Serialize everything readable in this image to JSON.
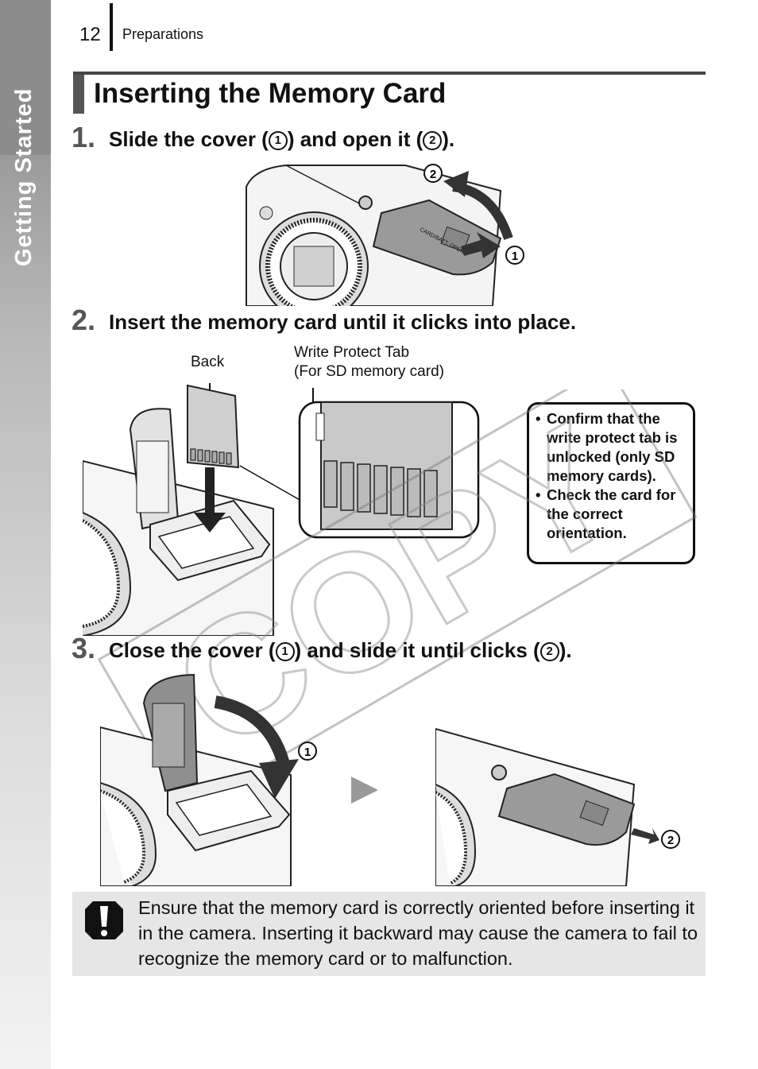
{
  "sidebar": {
    "label": "Getting Started"
  },
  "header": {
    "page_number": "12",
    "section": "Preparations"
  },
  "title": "Inserting the Memory Card",
  "steps": [
    {
      "number": "1.",
      "pre": "Slide the cover (",
      "c1": "1",
      "mid": ") and open it (",
      "c2": "2",
      "post": ")."
    },
    {
      "number": "2.",
      "text": "Insert the memory card until it clicks into place."
    },
    {
      "number": "3.",
      "pre": "Close the cover (",
      "c1": "1",
      "mid": ") and slide it until clicks (",
      "c2": "2",
      "post": ")."
    }
  ],
  "figure1": {
    "callouts": [
      "2",
      "1"
    ],
    "cover_text": "CARD/BATT. OPEN"
  },
  "figure2": {
    "back_label": "Back",
    "tab_label_line1": "Write Protect Tab",
    "tab_label_line2": "(For SD memory card)",
    "notes": [
      "Confirm that the write protect tab is unlocked (only SD memory cards).",
      "Check the card for the correct orientation."
    ]
  },
  "figure3": {
    "callouts": [
      "1",
      "2"
    ]
  },
  "watermark": "COPY",
  "caution": {
    "icon": "caution-icon",
    "text": "Ensure that the memory card is correctly oriented before inserting it in the camera. Inserting it backward may cause the camera to fail to recognize the memory card or to malfunction."
  },
  "colors": {
    "sidebar": "#8c8c8c",
    "caution_bg": "#e6e6e6",
    "step_number": "#555555"
  }
}
